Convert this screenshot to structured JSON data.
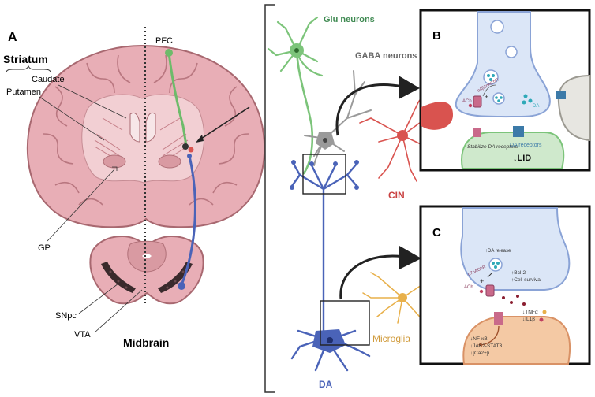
{
  "panel_a": {
    "letter": "A",
    "striatum": "Striatum",
    "caudate": "Caudate",
    "putamen": "Putamen",
    "gp": "GP",
    "pfc": "PFC",
    "snpc": "SNpc",
    "vta": "VTA",
    "midbrain": "Midbrain"
  },
  "neurons": {
    "glu": "Glu neurons",
    "gaba": "GABA neurons",
    "cin": "CIN",
    "microglia": "Microglia",
    "da": "DA"
  },
  "panel_b": {
    "letter": "B",
    "ach": "ACh",
    "receptor": "α4β2nAChR",
    "plus": "+",
    "da": "DA",
    "stabilize": "Stabilize DA receptors",
    "da_receptors": "DA receptors",
    "lid": "↓LID"
  },
  "panel_c": {
    "letter": "C",
    "release": "↑DA release",
    "ach": "ACh",
    "receptor": "α7nAChR",
    "plus": "+",
    "bcl2": "↑Bcl-2",
    "survival": "↑Cell survival",
    "tnf": "↓TNFα",
    "il1b": "↓IL1β",
    "nfkb": "↓NF-κB",
    "jak": "↓JAK2-STAT3",
    "ca": "↓[Ca2+]i"
  },
  "colors": {
    "brain": "#e8aeb6",
    "brain_dark": "#c9848e",
    "glu": "#7cc47a",
    "gaba": "#9a9a9a",
    "cin": "#d9534f",
    "da": "#4a63b8",
    "microglia": "#e8b04a"
  }
}
